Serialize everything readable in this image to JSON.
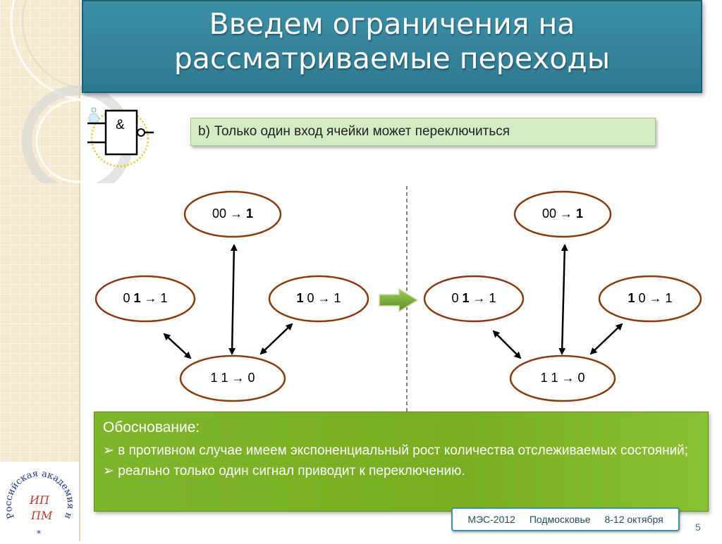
{
  "title": {
    "line1": "Введем ограничения на",
    "line2": "рассматриваемые переходы"
  },
  "gate": {
    "symbol": "&",
    "icon": "and-gate-icon"
  },
  "subtitle": {
    "marker": "b)",
    "text": "Только один вход ячейки может переключиться"
  },
  "diagrams": [
    {
      "nodes": {
        "top": {
          "plain": "00 → ",
          "bold": "1"
        },
        "left": {
          "plain_pre": "0 ",
          "bold": "1",
          "plain_post": " → 1"
        },
        "right": {
          "bold": "1",
          "plain_post": " 0 → 1"
        },
        "bottom": {
          "plain": "1 1 → 0"
        }
      }
    },
    {
      "nodes": {
        "top": {
          "plain": "00 → ",
          "bold": "1"
        },
        "left": {
          "plain_pre": "0 ",
          "bold": "1",
          "plain_post": " → 1"
        },
        "right": {
          "bold": "1",
          "plain_post": " 0 → 1"
        },
        "bottom": {
          "plain": "1 1 → 0"
        }
      }
    }
  ],
  "justification": {
    "title": "Обоснование:",
    "items": [
      "в противном случае имеем экспоненциальный рост количества отслеживаемых состояний;",
      "реально только один сигнал приводит к переключению."
    ],
    "bullet": "➢"
  },
  "footer": {
    "event": "МЭС-2012",
    "place": "Подмосковье",
    "dates": "8-12 октября"
  },
  "page_number": "5",
  "logo": {
    "ring_text": "Российская академия наук",
    "center_line1": "ИП",
    "center_line2": "ПМ",
    "star": "*"
  },
  "colors": {
    "title_bg": "#3d8fa6",
    "node_border": "#8b3a0f",
    "green_box": "#7fb52b",
    "subtitle_bg": "#d3ecc4"
  }
}
